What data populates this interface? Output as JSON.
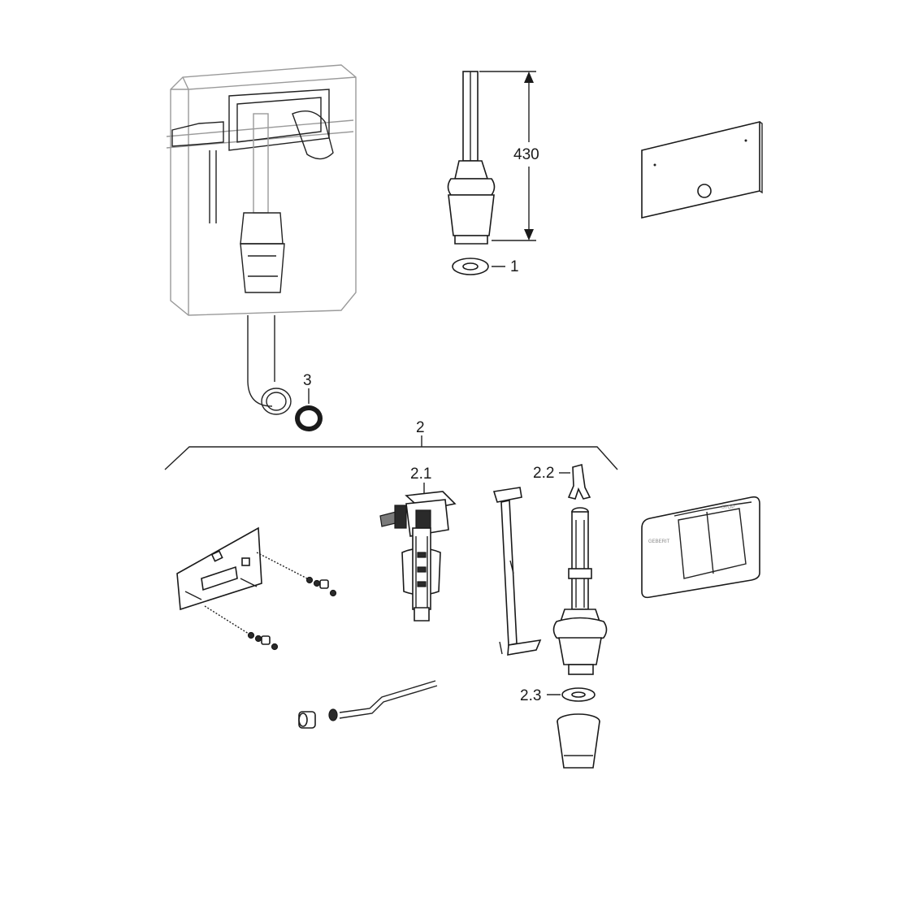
{
  "labels": {
    "dimension": "430",
    "gasket_top": "1",
    "outlet_seal": "3",
    "kit": "2",
    "fill_valve": "2.1",
    "clip": "2.2",
    "flush_gasket": "2.3"
  },
  "flush_plate": {
    "brand": "GEBERIT",
    "stop_label": "STOP"
  }
}
